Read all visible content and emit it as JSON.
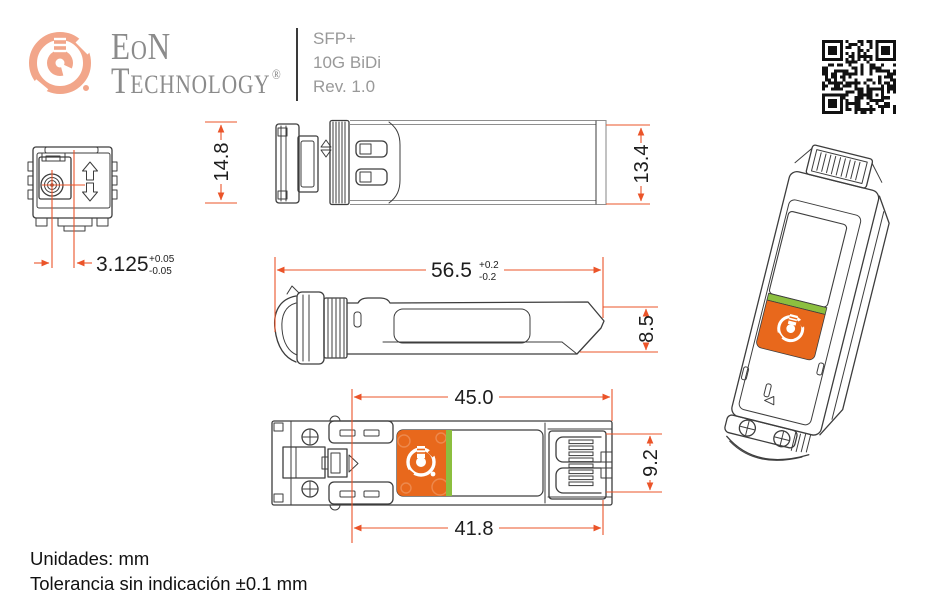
{
  "header": {
    "brand_line1": "EoN",
    "brand_line2": "Technology",
    "registered_mark": "®",
    "product": {
      "l1": "SFP+",
      "l2": "10G BiDi",
      "l3": "Rev. 1.0"
    }
  },
  "dimensions": {
    "fiber_offset": {
      "value": "3.125",
      "tol_plus": "+0.05",
      "tol_minus": "-0.05"
    },
    "overall_width": "14.8",
    "body_width": "13.4",
    "overall_length": {
      "value": "56.5",
      "tol_plus": "+0.2",
      "tol_minus": "-0.2"
    },
    "body_height": "8.5",
    "housing_length": "45.0",
    "connector_width": "9.2",
    "flange_to_end": "41.8"
  },
  "notes": {
    "units": "Unidades: mm",
    "tolerance": "Tolerancia sin indicación ±0.1 mm"
  },
  "icons": {
    "logo": "eon-circular-logo",
    "qr": "qr-code"
  },
  "colors": {
    "dimension_accent": "#EB5429",
    "logo_salmon": "#F2A68A",
    "brand_gray": "#8B8B8B",
    "label_orange": "#E8681C",
    "label_green": "#8CBF3F",
    "drawing_line": "#3D3D3D"
  }
}
